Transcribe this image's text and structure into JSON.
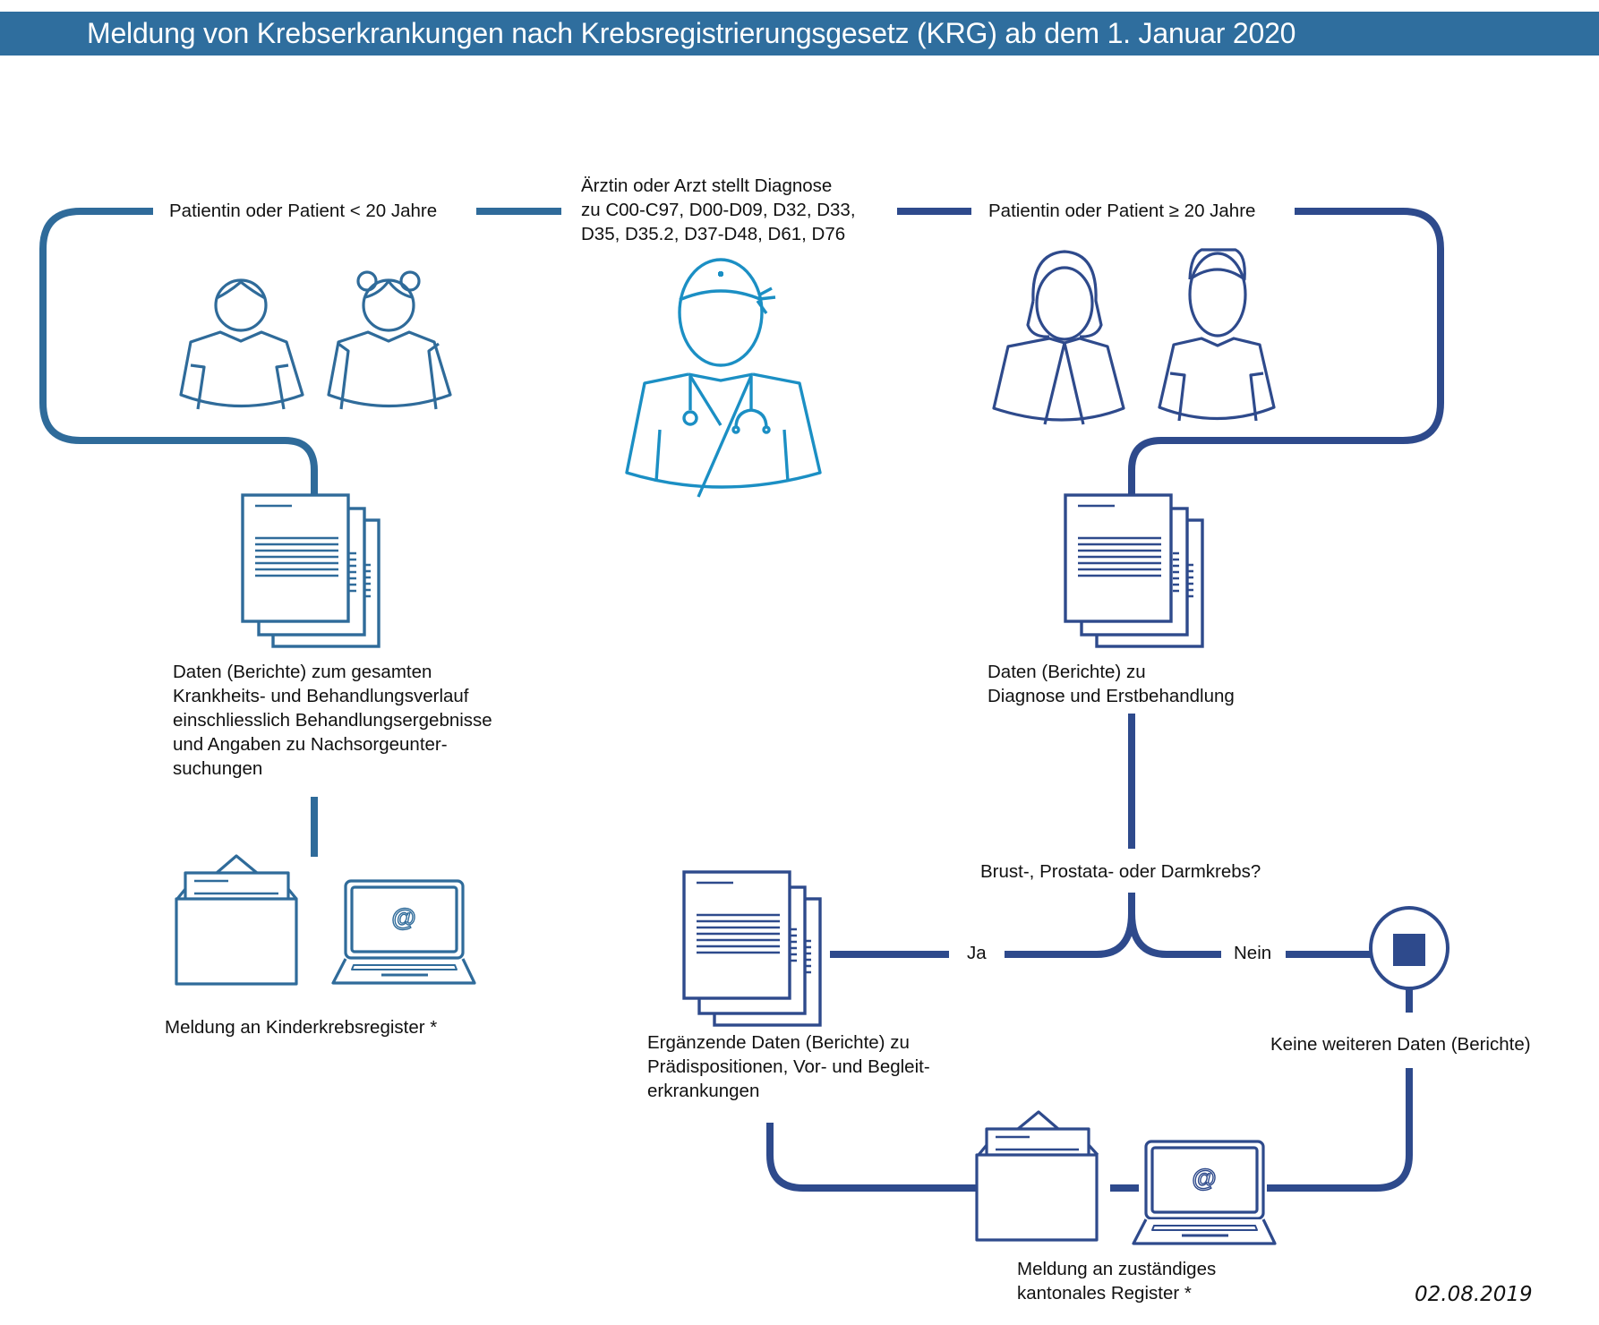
{
  "header": {
    "title": "Meldung von Krebserkrankungen nach Krebsregistrierungsgesetz (KRG) ab dem 1. Januar 2020"
  },
  "colors": {
    "header_bg": "#2f6e9e",
    "pediatric_path": "#2f6b9a",
    "doctor": "#1b8fc4",
    "adult_path": "#2e4a8c"
  },
  "diagnosis": {
    "lines": [
      "Ärztin oder Arzt stellt Diagnose",
      "zu C00-C97, D00-D09, D32, D33,",
      "D35, D35.2, D37-D48, D61, D76"
    ]
  },
  "pediatric": {
    "group_label": "Patientin oder Patient < 20 Jahre",
    "data_lines": [
      "Daten (Berichte) zum gesamten",
      "Krankheits- und Behandlungsverlauf",
      "einschliesslich Behandlungsergebnisse",
      "und Angaben zu Nachsorgeunter-",
      "suchungen"
    ],
    "report_label": "Meldung an Kinderkrebsregister *"
  },
  "adult": {
    "group_label": "Patientin oder Patient ≥ 20 Jahre",
    "data_lines": [
      "Daten (Berichte) zu",
      "Diagnose und Erstbehandlung"
    ],
    "question": "Brust-, Prostata- oder Darmkrebs?",
    "yes_label": "Ja",
    "no_label": "Nein",
    "yes_data_lines": [
      "Ergänzende Daten (Berichte) zu",
      "Prädispositionen, Vor- und Begleit-",
      "erkrankungen"
    ],
    "no_data_label": "Keine weiteren Daten (Berichte)",
    "report_lines": [
      "Meldung an zuständiges",
      "kantonales Register *"
    ]
  },
  "icons": {
    "laptop_symbol": "@"
  },
  "footer": {
    "date": "02.08.2019"
  }
}
